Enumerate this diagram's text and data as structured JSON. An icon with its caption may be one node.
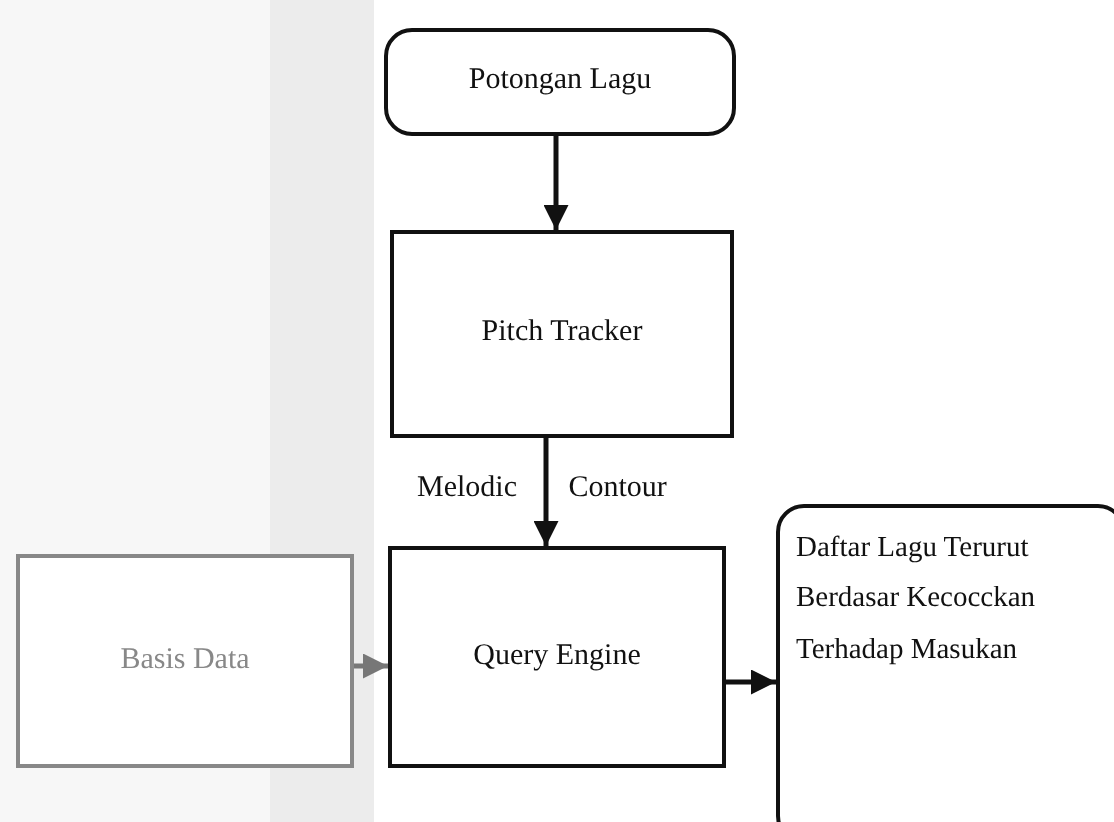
{
  "diagram": {
    "nodes": [
      {
        "text": [
          "Potongan Lagu"
        ]
      },
      {
        "text": [
          "Pitch Tracker"
        ]
      },
      {
        "text": [
          "Query Engine"
        ]
      },
      {
        "text": [
          "Basis Data"
        ]
      },
      {
        "text": [
          "Daftar Lagu Terurut Berdasar Kecocckan Terhadap Masukan"
        ]
      }
    ],
    "edges": [
      {
        "from": 0,
        "to": 1,
        "arrow": "to"
      },
      {
        "from": 1,
        "to": 2,
        "arrow": "to",
        "label": "Melodic Contour"
      },
      {
        "from": 3,
        "to": 2,
        "arrow": "to",
        "color": "#777777"
      },
      {
        "from": 2,
        "to": 4,
        "arrow": "to"
      }
    ]
  }
}
